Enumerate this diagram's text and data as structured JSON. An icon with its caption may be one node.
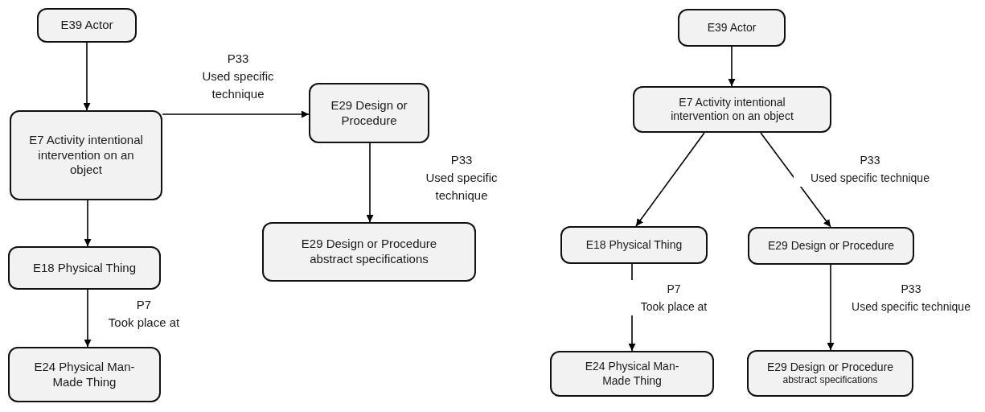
{
  "diagram": {
    "nodes": [
      {
        "text": [
          "E39 Actor"
        ]
      },
      {
        "text": [
          "E7 Activity intentional intervention on an object"
        ]
      },
      {
        "text": [
          "E29 Design or Procedure"
        ]
      },
      {
        "text": [
          "E29 Design or Procedure",
          "abstract specifications"
        ]
      },
      {
        "text": [
          "E18 Physical Thing"
        ]
      },
      {
        "text": [
          "E24 Physical Man-Made Thing"
        ]
      },
      {
        "text": [
          "E39 Actor"
        ]
      },
      {
        "text": [
          "E7 Activity intentional intervention on an object"
        ]
      },
      {
        "text": [
          "E18 Physical Thing"
        ]
      },
      {
        "text": [
          "E29 Design or Procedure"
        ]
      },
      {
        "text": [
          "E29 Design or Procedure",
          "abstract specifications"
        ]
      },
      {
        "text": [
          "E24 Physical Man-Made Thing"
        ]
      }
    ],
    "edges": [
      {
        "from": 0,
        "to": 1,
        "arrow": "to"
      },
      {
        "from": 1,
        "to": 2,
        "arrow": "to",
        "label": "P33 Used specific technique"
      },
      {
        "from": 2,
        "to": 3,
        "arrow": "to",
        "label": "P33 Used specific technique"
      },
      {
        "from": 1,
        "to": 4,
        "arrow": "to"
      },
      {
        "from": 4,
        "to": 5,
        "arrow": "to",
        "label": "P7 Took place at"
      },
      {
        "from": 6,
        "to": 7,
        "arrow": "to"
      },
      {
        "from": 7,
        "to": 8,
        "arrow": "to"
      },
      {
        "from": 7,
        "to": 9,
        "arrow": "to",
        "label": "P33 Used specific technique"
      },
      {
        "from": 9,
        "to": 10,
        "arrow": "to",
        "label": "P33 Used specific technique"
      },
      {
        "from": 8,
        "to": 11,
        "arrow": "to",
        "label": "P7 Took place at"
      }
    ]
  }
}
